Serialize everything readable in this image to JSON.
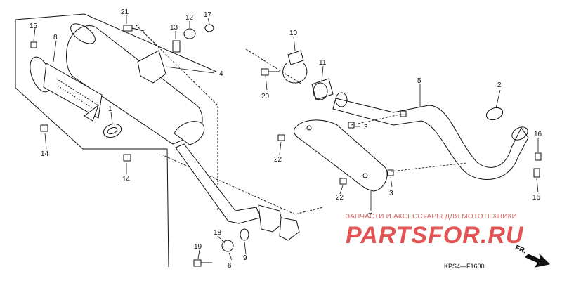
{
  "callouts": {
    "c1": "1",
    "c2": "2",
    "c3a": "3",
    "c3b": "3",
    "c4": "4",
    "c5": "5",
    "c6": "6",
    "c7": "7",
    "c8": "8",
    "c9": "9",
    "c10": "10",
    "c11": "11",
    "c12": "12",
    "c13": "13",
    "c14a": "14",
    "c14b": "14",
    "c15": "15",
    "c16a": "16",
    "c16b": "16",
    "c17": "17",
    "c18": "18",
    "c19": "19",
    "c20": "20",
    "c21": "21",
    "c22a": "22",
    "c22b": "22"
  },
  "watermark": {
    "tagline": "ЗАПЧАСТИ И АКСЕССУАРЫ ДЛЯ МОТОТЕХНИКИ",
    "logo": "PARTSFOR.RU"
  },
  "diagram_code": "KPS4—F1600",
  "direction_label": "FR.",
  "colors": {
    "line": "#111111",
    "watermark": "#e34a4a"
  }
}
